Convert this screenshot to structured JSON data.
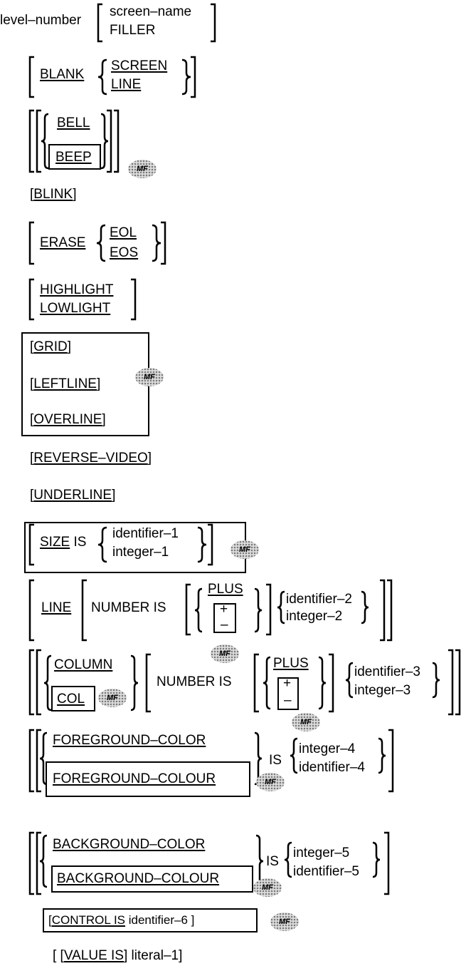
{
  "level_number": "level–number",
  "screen_name": "screen–name",
  "filler": "FILLER",
  "blank": "BLANK",
  "screen": "SCREEN",
  "line": "LINE",
  "bell": "BELL",
  "beep": "BEEP",
  "mf": "MF",
  "blink": "BLINK",
  "erase": "ERASE",
  "eol": "EOL",
  "eos": "EOS",
  "highlight": "HIGHLIGHT",
  "lowlight": "LOWLIGHT",
  "grid": "GRID",
  "leftline": "LEFTLINE",
  "overline": "OVERLINE",
  "reverse_video": "REVERSE–VIDEO",
  "underline": "UNDERLINE",
  "size": "SIZE",
  "is": "IS",
  "identifier_1": "identifier–1",
  "integer_1": "integer–1",
  "line_kw": "LINE",
  "number_is": "NUMBER IS",
  "plus": "PLUS",
  "plus_sign": "+",
  "minus_sign": "–",
  "identifier_2": "identifier–2",
  "integer_2": "integer–2",
  "column": "COLUMN",
  "col": "COL",
  "identifier_3": "identifier–3",
  "integer_3": "integer–3",
  "foreground_color": "FOREGROUND–COLOR",
  "foreground_colour": "FOREGROUND–COLOUR",
  "integer_4": "integer–4",
  "identifier_4": "identifier–4",
  "background_color": "BACKGROUND–COLOR",
  "background_colour": "BACKGROUND–COLOUR",
  "integer_5": "integer–5",
  "identifier_5": "identifier–5",
  "control_is": "CONTROL IS",
  "identifier_6": "identifier–6",
  "value_is": "VALUE IS",
  "literal_1": "literal–1"
}
